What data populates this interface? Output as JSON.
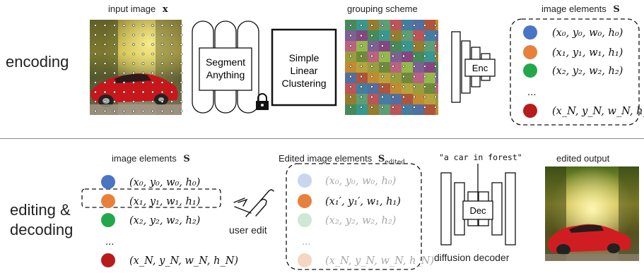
{
  "rows": {
    "encoding": "encoding",
    "editing_line1": "editing &",
    "editing_line2": "decoding"
  },
  "captions": {
    "input_image": "input image",
    "input_symbol": "x",
    "grouping_scheme": "grouping scheme",
    "image_elements": "image elements",
    "elements_symbol": "S",
    "edited_elements": "Edited image elements",
    "edited_symbol": "S",
    "edited_subscript": "edited",
    "edited_output": "edited output",
    "user_edit": "user edit",
    "diffusion_decoder": "diffusion decoder",
    "prompt": "\"a car in forest\""
  },
  "blocks": {
    "segment_anything": [
      "Segment",
      "Anything"
    ],
    "slic": [
      "Simple",
      "Linear",
      "Clustering"
    ],
    "enc": "Enc",
    "dec": "Dec"
  },
  "elements_top": [
    {
      "color": "#4a74c4",
      "label": "(x₀, y₀, w₀, h₀)"
    },
    {
      "color": "#e8803c",
      "label": "(x₁, y₁, w₁, h₁)"
    },
    {
      "color": "#22a84a",
      "label": "(x₂, y₂, w₂, h₂)"
    },
    {
      "color": null,
      "label": "..."
    },
    {
      "color": "#b81b1b",
      "label": "(x_N, y_N, w_N, h_N)"
    }
  ],
  "elements_bottom": [
    {
      "color": "#4a74c4",
      "label": "(x₀, y₀, w₀, h₀)"
    },
    {
      "color": "#e8803c",
      "label": "(x₁, y₁, w₁, h₁)"
    },
    {
      "color": "#22a84a",
      "label": "(x₂, y₂, w₂, h₂)"
    },
    {
      "color": null,
      "label": "..."
    },
    {
      "color": "#b81b1b",
      "label": "(x_N, y_N, w_N, h_N)"
    }
  ],
  "elements_edited": [
    {
      "color": "#c9d6ef",
      "label": "(x₀, y₀, w₀, h₀)",
      "faded": true
    },
    {
      "color": "#e8803c",
      "label": "(x₁′, y₁′, w₁, h₁)",
      "faded": false
    },
    {
      "color": "#cfe8d3",
      "label": "(x₂, y₂, w₂, h₂)",
      "faded": true
    },
    {
      "color": null,
      "label": "...",
      "faded": true
    },
    {
      "color": "#f4d6c2",
      "label": "(x_N, y_N, w_N, h_N)",
      "faded": true
    }
  ]
}
